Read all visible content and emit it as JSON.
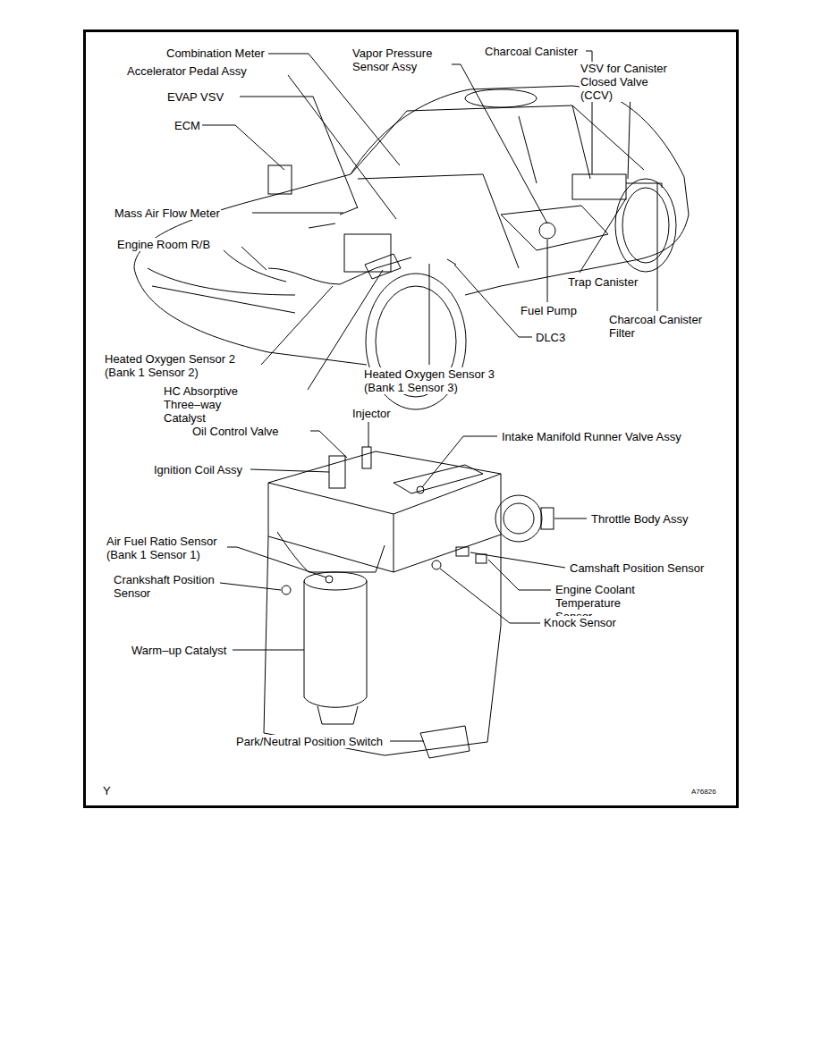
{
  "diagram": {
    "labels": [
      "Combination Meter",
      "Accelerator Pedal Assy",
      "EVAP VSV",
      "ECM",
      "Mass Air Flow Meter",
      "Engine Room R/B",
      "Vapor Pressure Sensor Assy",
      "Charcoal Canister",
      "VSV for Canister Closed Valve (CCV)",
      "Trap Canister",
      "Fuel Pump",
      "Charcoal Canister Filter",
      "DLC3",
      "Heated Oxygen Sensor 2 (Bank 1 Sensor 2)",
      "HC Absorptive Three–way Catalyst",
      "Heated Oxygen Sensor 3 (Bank 1 Sensor 3)",
      "Injector",
      "Oil Control Valve",
      "Intake Manifold Runner Valve Assy",
      "Ignition Coil Assy",
      "Throttle Body Assy",
      "Air Fuel Ratio Sensor (Bank 1 Sensor 1)",
      "Camshaft Position Sensor",
      "Crankshaft Position Sensor",
      "Engine Coolant Temperature Sensor",
      "Knock Sensor",
      "Warm–up Catalyst",
      "Park/Neutral Position Switch",
      "Y",
      "A76826"
    ]
  }
}
